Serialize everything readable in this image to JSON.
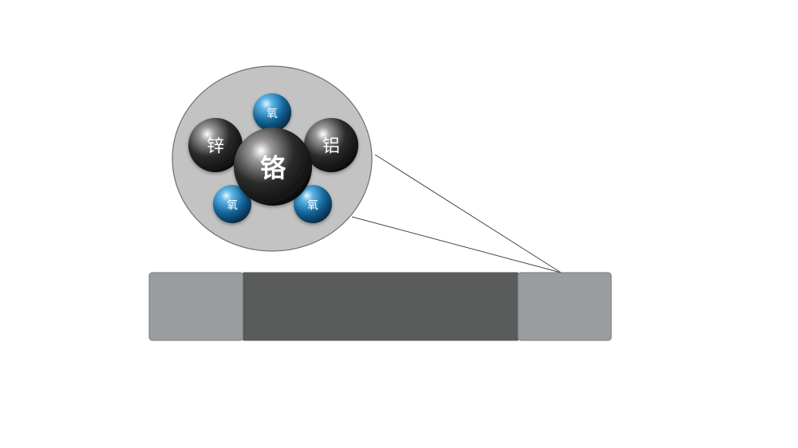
{
  "colors": {
    "background": "#ffffff",
    "magnifier_fill": "#c3c3c3",
    "magnifier_stroke": "#6e6e6e",
    "bar_end": "#9a9da0",
    "bar_center": "#5a5c5c",
    "black_atom": "#2e2e2e",
    "blue_atom": "#1d6fa3"
  },
  "atoms": {
    "center": {
      "label": "铬"
    },
    "left": {
      "label": "锌"
    },
    "right": {
      "label": "铝"
    },
    "oxygen_top": {
      "label": "氧"
    },
    "oxygen_bottom_left": {
      "label": "氧"
    },
    "oxygen_bottom_right": {
      "label": "氧"
    }
  }
}
